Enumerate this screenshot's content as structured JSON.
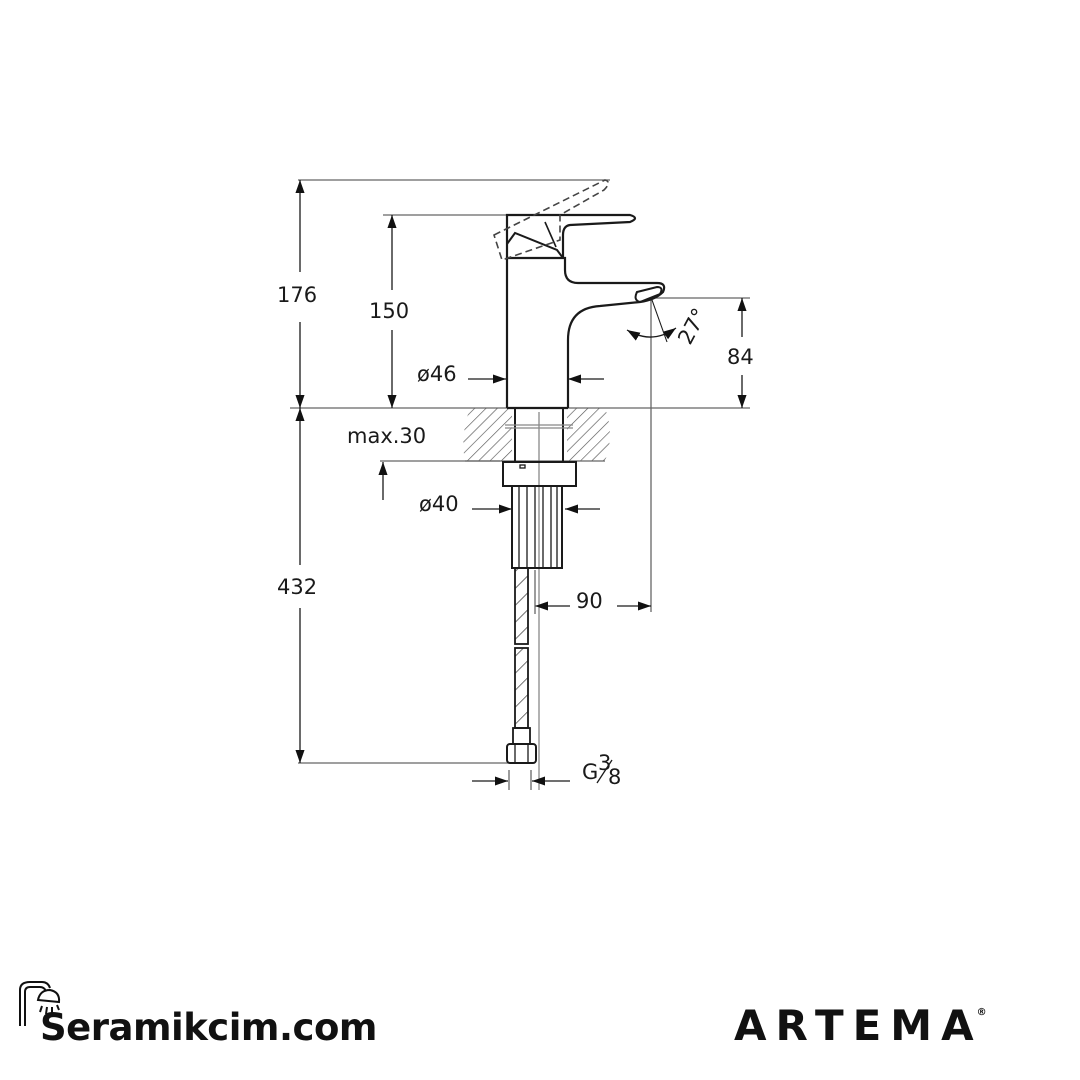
{
  "diagram": {
    "subject": "Single-lever basin mixer technical drawing",
    "dimensions": {
      "total_height": "176",
      "body_height": "150",
      "spout_outlet_height": "84",
      "body_diameter": "ø46",
      "deck_thickness": "max.30",
      "shank_diameter": "ø40",
      "spout_reach": "90",
      "hose_length": "432",
      "connection_thread_main": "G",
      "connection_thread_num": "3",
      "connection_thread_den": "8",
      "spout_angle": "27°"
    }
  },
  "footer": {
    "left_brand": "Seramikcim.com",
    "left_brand_icon": "shower-head-icon",
    "right_brand": "ARTEMA",
    "right_brand_mark": "®"
  },
  "colors": {
    "line": "#1a1a1a",
    "hatch": "#555555",
    "background": "#ffffff"
  }
}
